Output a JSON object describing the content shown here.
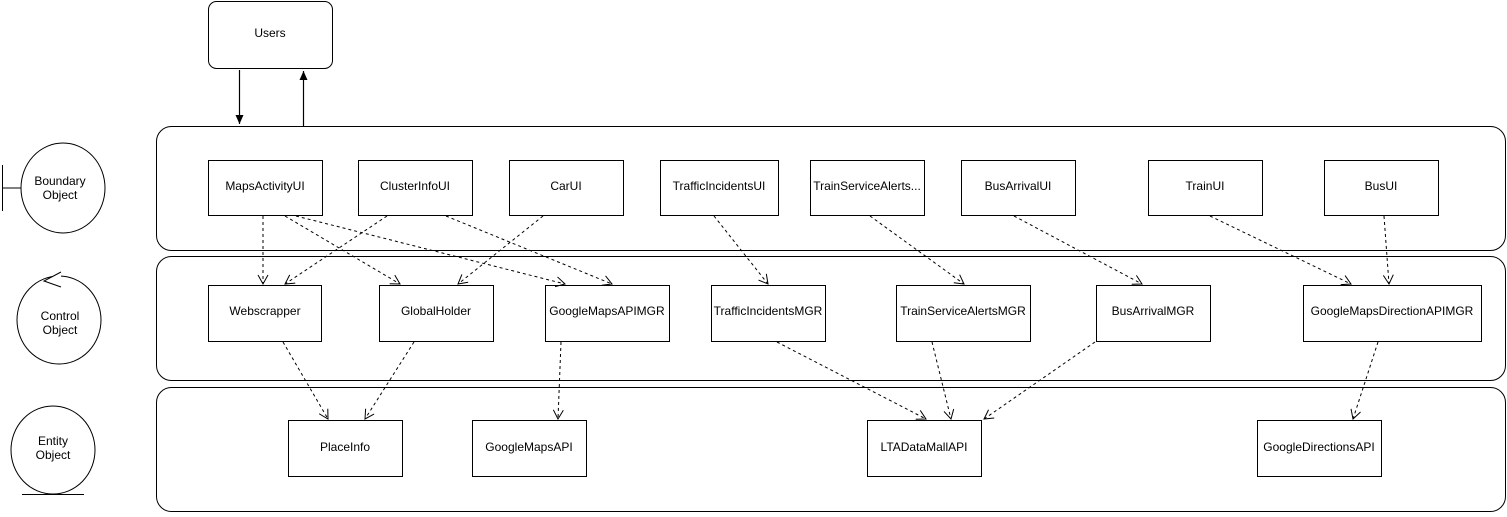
{
  "users": {
    "label": "Users"
  },
  "legend": {
    "boundary": [
      "Boundary",
      "Object"
    ],
    "control": [
      "Control",
      "Object"
    ],
    "entity": [
      "Entity",
      "Object"
    ]
  },
  "boundary_objects": [
    "MapsActivityUI",
    "ClusterInfoUI",
    "CarUI",
    "TrafficIncidentsUI",
    "TrainServiceAlerts...",
    "BusArrivalUI",
    "TrainUI",
    "BusUI"
  ],
  "control_objects": [
    "Webscrapper",
    "GlobalHolder",
    "GoogleMapsAPIMGR",
    "TrafficIncidentsMGR",
    "TrainServiceAlertsMGR",
    "BusArrivalMGR",
    "GoogleMapsDirectionAPIMGR"
  ],
  "entity_objects": [
    "PlaceInfo",
    "GoogleMapsAPI",
    "LTADataMallAPI",
    "GoogleDirectionsAPI"
  ]
}
